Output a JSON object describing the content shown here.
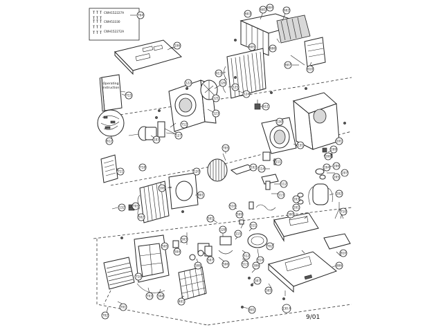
{
  "date_code": "9/01",
  "screw_kit": {
    "callout": "704",
    "part_numbers": [
      "CWH152227A",
      "CWH53330",
      "CWH152272A"
    ]
  },
  "manual": {
    "callout": "715",
    "title_lines": [
      "Operating",
      "Instruction"
    ]
  },
  "callouts": {
    "c601": "601",
    "c603": "603",
    "c602": "602",
    "c604": "604",
    "c605": "605",
    "c126": "126",
    "c125": "125",
    "c124": "124",
    "c122": "122",
    "c121": "121",
    "c123": "123",
    "c613": "613",
    "c712": "712",
    "c127": "127",
    "c103": "103",
    "c610": "610",
    "c606": "606",
    "c607": "607",
    "c611": "611",
    "c612": "612",
    "c131": "131",
    "c130": "130",
    "c209": "209",
    "c208": "208",
    "c206": "206",
    "c207": "207",
    "c205": "205",
    "c204": "204",
    "c202": "202",
    "c201": "201",
    "c203": "203",
    "c101": "101",
    "c102": "102",
    "c111": "111",
    "c114": "114",
    "c112": "112",
    "c113": "113",
    "c705": "705",
    "c106": "106",
    "c711": "711",
    "c718": "718",
    "c120": "120",
    "c108": "108",
    "c705b": "705",
    "c502": "502",
    "c801": "801",
    "c510": "510",
    "c509": "509",
    "c501": "501",
    "c128": "128",
    "c115": "115",
    "c511": "511",
    "c512": "512",
    "c513": "513",
    "c514": "514",
    "c506": "506",
    "c507": "507",
    "c508": "508",
    "c503": "503",
    "c504": "504",
    "c505": "505",
    "c703": "703",
    "c710": "710",
    "c701": "701",
    "c308": "308",
    "c401": "401",
    "c306": "306",
    "c307": "307",
    "c305": "305",
    "c702": "702",
    "c801b": "801",
    "c130A": "130 A",
    "c710b": "710",
    "c806": "806",
    "c300": "300",
    "c810": "810",
    "c132": "132"
  }
}
